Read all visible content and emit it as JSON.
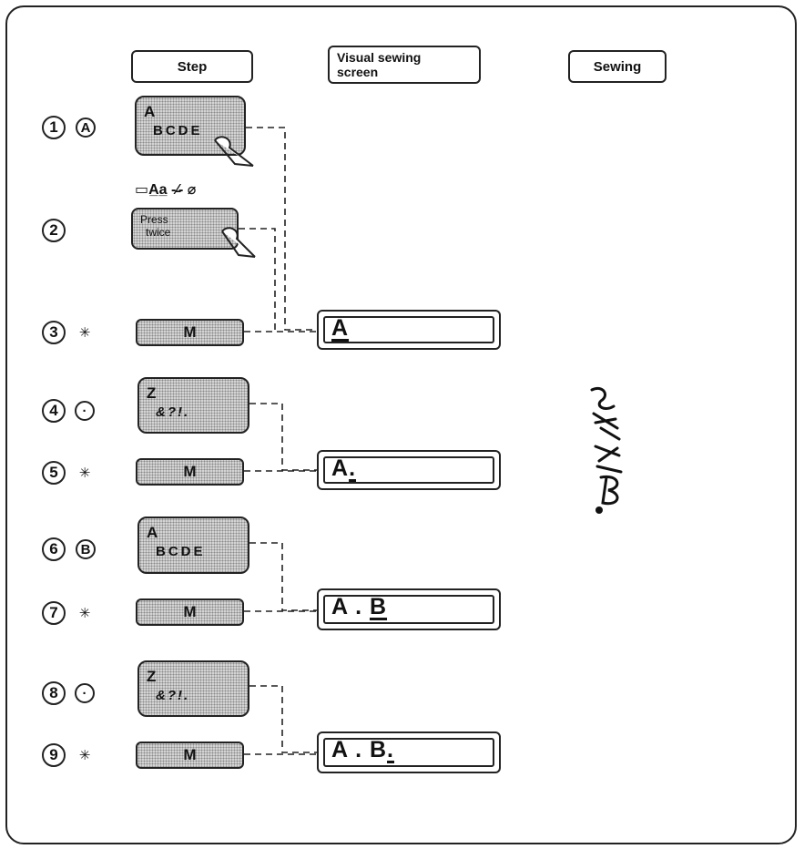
{
  "headers": {
    "step": "Step",
    "screen": "Visual sewing\nscreen",
    "sewing": "Sewing"
  },
  "steps": [
    {
      "n": "1",
      "sym": "A",
      "key_top": "A",
      "key_bot": "BCDE"
    },
    {
      "n": "2",
      "icons": "▭A̲a̲ -⁄̵- ⌀",
      "press1": "Press",
      "press2": "twice"
    },
    {
      "n": "3",
      "sym": "✳",
      "key": "M",
      "screen": "A"
    },
    {
      "n": "4",
      "sym": "·",
      "key_top": "Z",
      "key_bot": "&?!."
    },
    {
      "n": "5",
      "sym": "✳",
      "key": "M",
      "screen_pre": "A",
      "screen_cur": "."
    },
    {
      "n": "6",
      "sym": "B",
      "key_top": "A",
      "key_bot": "BCDE"
    },
    {
      "n": "7",
      "sym": "✳",
      "key": "M",
      "screen_pre": "A . ",
      "screen_cur": "B"
    },
    {
      "n": "8",
      "sym": "·",
      "key_top": "Z",
      "key_bot": "&?!."
    },
    {
      "n": "9",
      "sym": "✳",
      "key": "M",
      "screen_pre": "A . B",
      "screen_cur": "."
    }
  ],
  "sewing_sample": "A.B."
}
